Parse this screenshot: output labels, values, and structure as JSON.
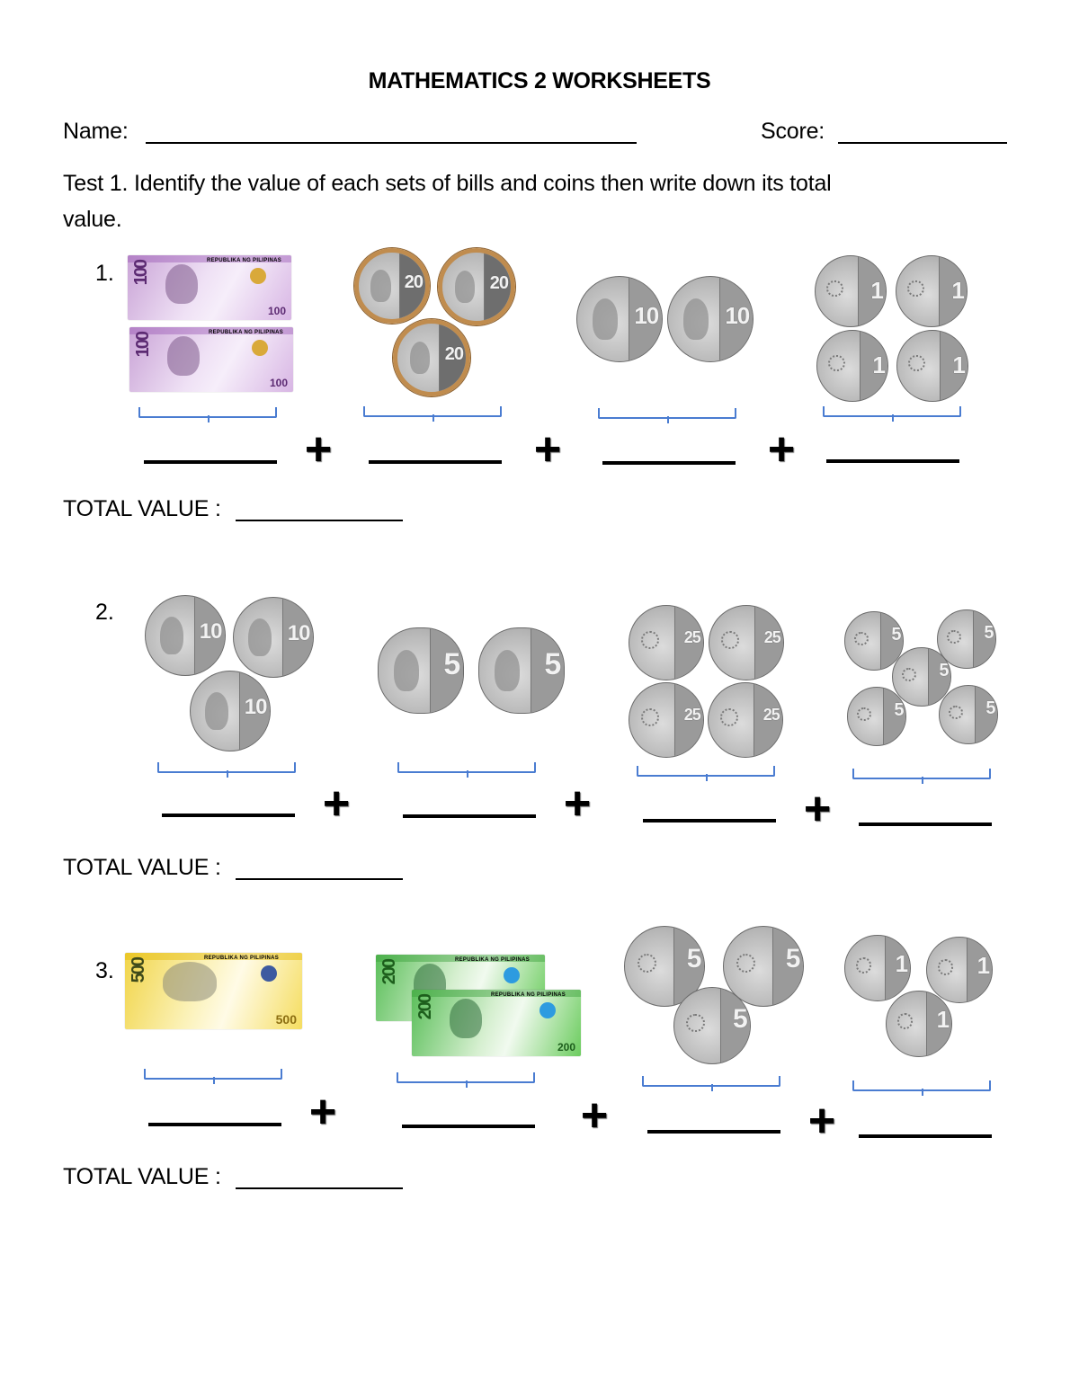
{
  "title": "MATHEMATICS 2 WORKSHEETS",
  "header": {
    "name_label": "Name:",
    "score_label": "Score:"
  },
  "instructions": {
    "line1": "Test 1. Identify the value of each sets of bills and coins then write down its total",
    "line2": "value."
  },
  "total_label": "TOTAL VALUE :",
  "plus_symbol": "+",
  "colors": {
    "brace": "#4a7cd1",
    "bill_100": "#c9a3d6",
    "bill_200": "#5bbf5a",
    "bill_500": "#f1d54a",
    "coin_silver": "#b9b9b9",
    "coin_bimetal_ring": "#c08c4e"
  },
  "bill_text": {
    "header": "REPUBLIKA NG PILIPINAS"
  },
  "problems": [
    {
      "number": "1.",
      "groups": [
        {
          "type": "bill",
          "denomination": "100",
          "count": 2,
          "label": "two 100-peso bills"
        },
        {
          "type": "coin",
          "denomination": "20",
          "count": 3,
          "label": "three 20-peso coins"
        },
        {
          "type": "coin",
          "denomination": "10",
          "count": 2,
          "label": "two 10-peso coins"
        },
        {
          "type": "coin",
          "denomination": "1",
          "count": 4,
          "label": "four 1-peso coins"
        }
      ]
    },
    {
      "number": "2.",
      "groups": [
        {
          "type": "coin",
          "denomination": "10",
          "count": 3,
          "label": "three 10-peso coins"
        },
        {
          "type": "coin",
          "denomination": "5",
          "count": 2,
          "label": "two 5-peso coins"
        },
        {
          "type": "coin",
          "denomination": "25",
          "count": 4,
          "label": "four 25-sentimo coins"
        },
        {
          "type": "coin",
          "denomination": "5",
          "count": 5,
          "label": "five 5-sentimo coins"
        }
      ]
    },
    {
      "number": "3.",
      "groups": [
        {
          "type": "bill",
          "denomination": "500",
          "count": 1,
          "label": "one 500-peso bill"
        },
        {
          "type": "bill",
          "denomination": "200",
          "count": 2,
          "label": "two 200-peso bills"
        },
        {
          "type": "coin",
          "denomination": "5",
          "count": 3,
          "label": "three 5-peso coins"
        },
        {
          "type": "coin",
          "denomination": "1",
          "count": 3,
          "label": "three 1-peso coins"
        }
      ]
    }
  ]
}
